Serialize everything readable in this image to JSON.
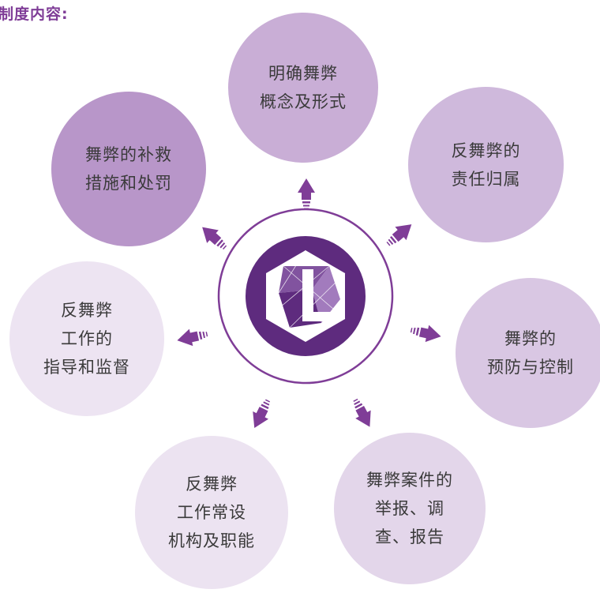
{
  "heading": "制度内容:",
  "colors": {
    "accent": "#7f3d97",
    "hub_ring": "#7f3d97",
    "hub_fill": "#5e2b7e",
    "arrow": "#7f3d97"
  },
  "center_icon": "hexagon-logo-icon",
  "nodes": [
    {
      "id": "concept",
      "lines": [
        "明确舞弊",
        "概念及形式"
      ],
      "color": "#c9aed6"
    },
    {
      "id": "responsibility",
      "lines": [
        "反舞弊的",
        "责任归属"
      ],
      "color": "#cfb9dc"
    },
    {
      "id": "prevention",
      "lines": [
        "舞弊的",
        "预防与控制"
      ],
      "color": "#d9c7e3"
    },
    {
      "id": "reporting",
      "lines": [
        "舞弊案件的",
        "举报、调",
        "查、报告"
      ],
      "color": "#e3d6ea"
    },
    {
      "id": "agency",
      "lines": [
        "反舞弊",
        "工作常设",
        "机构及职能"
      ],
      "color": "#ece3f1"
    },
    {
      "id": "guidance",
      "lines": [
        "反舞弊",
        "工作的",
        "指导和监督"
      ],
      "color": "#ede4f2"
    },
    {
      "id": "remedy",
      "lines": [
        "舞弊的补救",
        "措施和处罚"
      ],
      "color": "#b896c9"
    }
  ]
}
